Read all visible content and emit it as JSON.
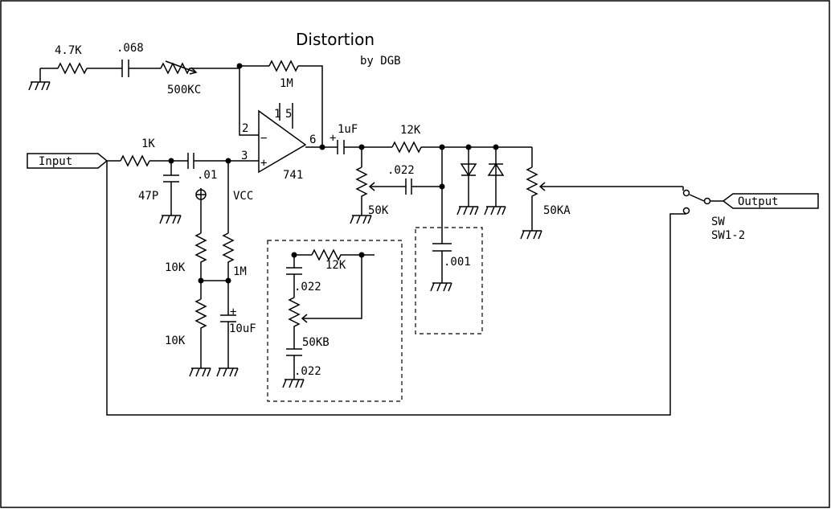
{
  "title": "Distortion",
  "author": "by DGB",
  "labels": {
    "r_4k7": "4.7K",
    "c_068": ".068",
    "pot_500kc": "500KC",
    "r_1m_fb": "1M",
    "pin1": "1",
    "pin2": "2",
    "pin3": "3",
    "pin5": "5",
    "pin6": "6",
    "opamp": "741",
    "c_1uf": "1uF",
    "r_12k": "12K",
    "c_022_mid": ".022",
    "pot_50k": "50K",
    "input": "Input",
    "r_1k": "1K",
    "c_01": ".01",
    "c_47p": "47P",
    "vcc": "VCC",
    "r_10k_top": "10K",
    "r_1m_bias": "1M",
    "r_10k_bottom": "10K",
    "c_10uf": "10uF",
    "r_12k_box": "12K",
    "c_022_box_top": ".022",
    "pot_50kb": "50KB",
    "c_022_box_bottom": ".022",
    "c_001": ".001",
    "pot_50ka": "50KA",
    "output": "Output",
    "sw": "SW",
    "sw_part": "SW1-2"
  }
}
